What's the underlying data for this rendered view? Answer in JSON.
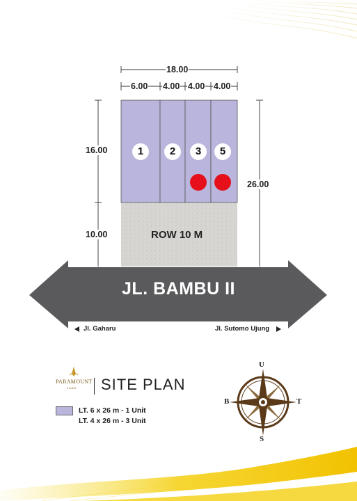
{
  "dimensions": {
    "total_width": "18.00",
    "segments": [
      "6.00",
      "4.00",
      "4.00",
      "4.00"
    ],
    "left_upper": "16.00",
    "left_lower": "10.00",
    "right_total": "26.00"
  },
  "lots": [
    {
      "number": "1",
      "marked": false
    },
    {
      "number": "2",
      "marked": false
    },
    {
      "number": "3",
      "marked": true
    },
    {
      "number": "5",
      "marked": true
    }
  ],
  "row_label": "ROW 10 M",
  "road": {
    "name": "JL. BAMBU II",
    "left_direction": "Jl. Gaharu",
    "right_direction": "Jl. Sutomo Ujung"
  },
  "brand": {
    "name": "PARAMOUNT",
    "sub": "LAND"
  },
  "title": "SITE PLAN",
  "legend": {
    "lines": [
      "LT. 6 x 26 m - 1 Unit",
      "LT. 4 x 26 m - 3 Unit"
    ]
  },
  "compass": {
    "north": "U",
    "south": "S",
    "west": "B",
    "east": "T"
  },
  "colors": {
    "lot_fill": "#b9b5dc",
    "row_fill": "#d8d6d3",
    "road_fill": "#5a5a5c",
    "marker_red": "#e5101a",
    "accent_yellow": "#f5d21e",
    "compass_brown": "#5b3a1a"
  }
}
